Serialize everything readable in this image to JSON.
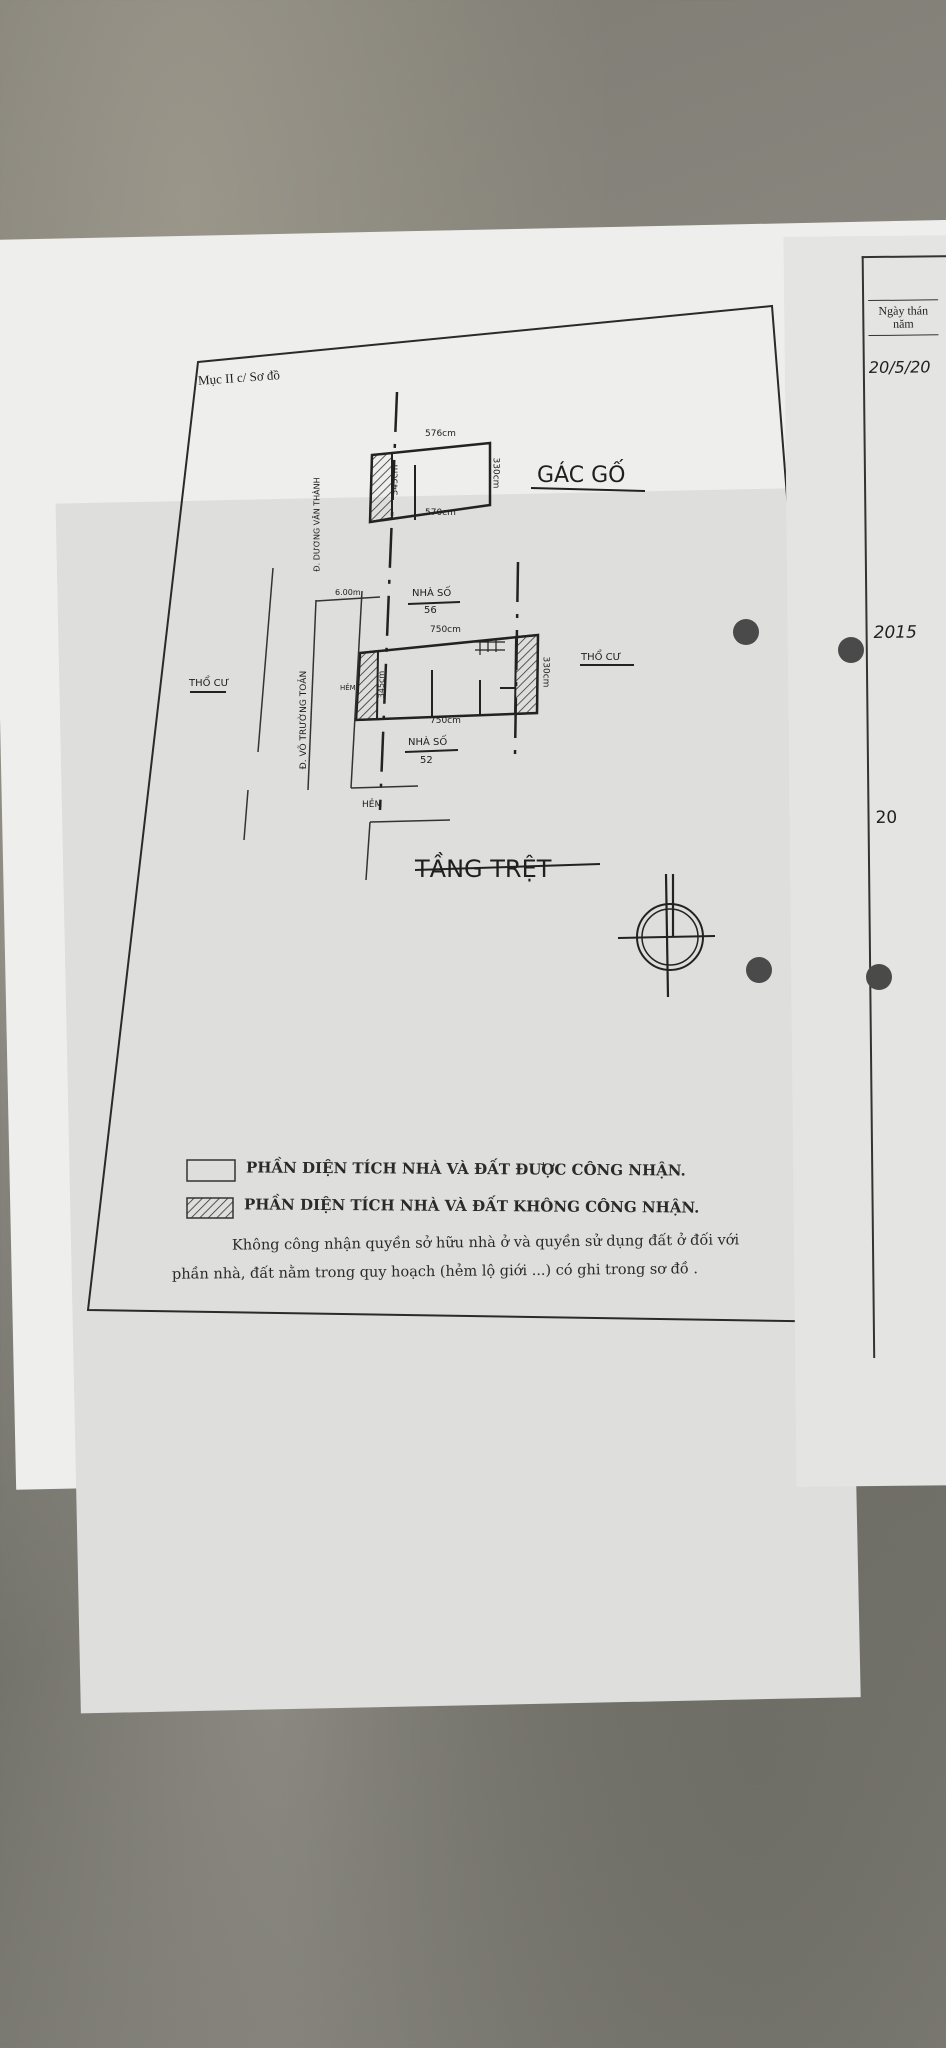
{
  "section_label": "Mục II c/ Sơ đồ",
  "upper_floor": {
    "title": "GÁC GỐ",
    "dim_top": "576cm",
    "dim_bottom": "570cm",
    "dim_right": "330cm",
    "dim_left": "345cm"
  },
  "ground_floor": {
    "title": "TẦNG TRỆT",
    "dim_top": "750cm",
    "dim_bottom": "750cm",
    "dim_right": "330cm",
    "dim_left": "345cm",
    "alley_label_small": "HẺM"
  },
  "neighbors": {
    "house_north": "NHÀ SỐ",
    "house_north_number": "56",
    "house_south": "NHÀ SỐ",
    "house_south_number": "52",
    "land_left": "THỔ CƯ",
    "land_right": "THỔ CƯ",
    "alley": "HẺM"
  },
  "streets": {
    "street_upper": "Đ. DƯƠNG VĂN THÀNH",
    "street_lower": "Đ. VÕ TRƯỜNG TOẢN",
    "road_width": "6.00m"
  },
  "legend": {
    "recognized": "PHẦN DIỆN TÍCH NHÀ VÀ ĐẤT ĐƯỢC CÔNG NHẬN.",
    "not_recognized": "PHẦN DIỆN TÍCH NHÀ VÀ ĐẤT KHÔNG CÔNG NHẬN.",
    "note_line1": "Không công nhận quyền sở hữu nhà ở và quyền sử dụng đất ở đối với",
    "note_line2": "phần nhà, đất nằm trong quy hoạch (hẻm lộ giới ...) có ghi trong sơ đồ ."
  },
  "right_page": {
    "header": "Ngày thán năm",
    "entries": [
      "20/5/20",
      "2015",
      "20"
    ]
  }
}
